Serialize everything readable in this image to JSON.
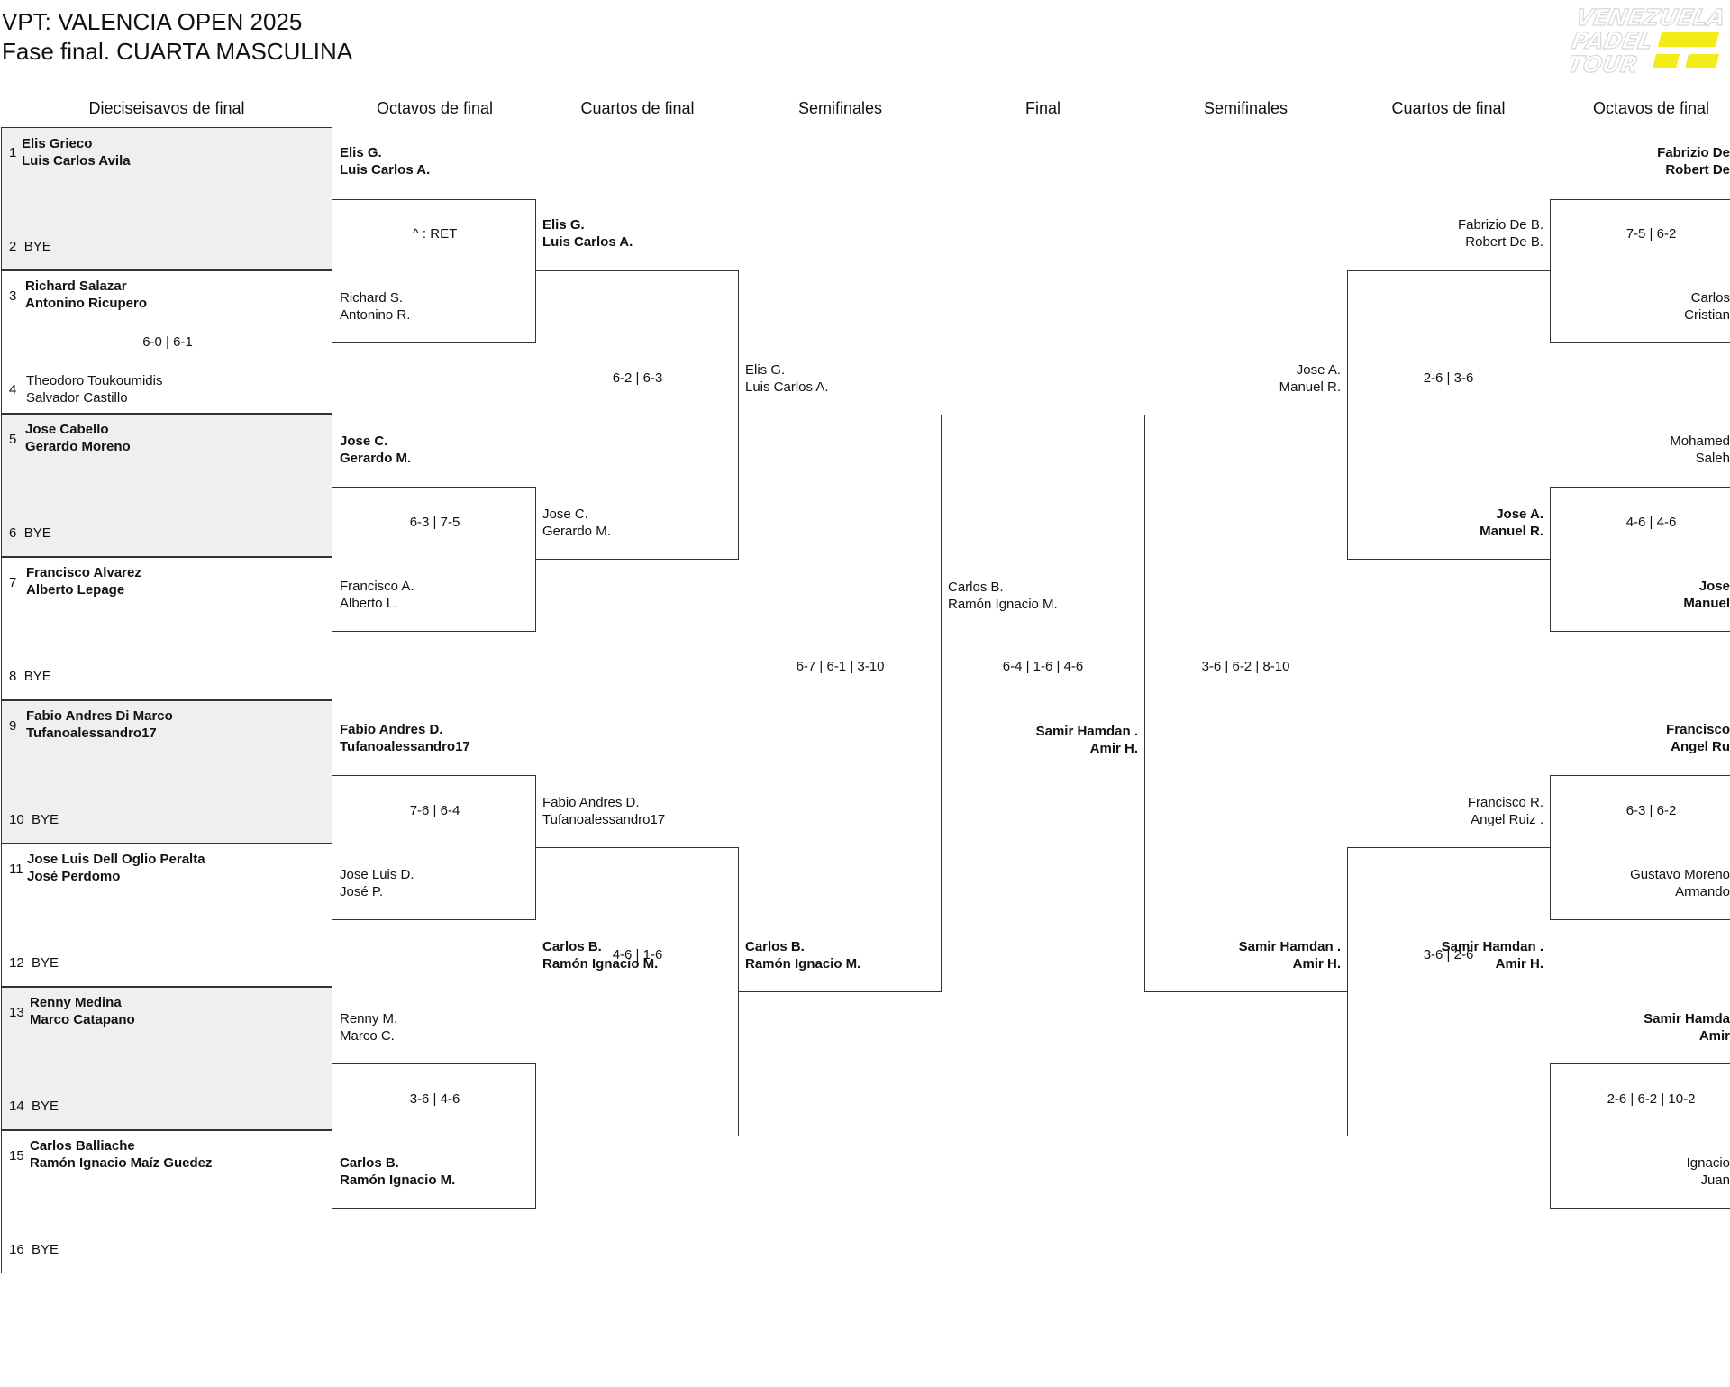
{
  "title": {
    "line1": "VPT: VALENCIA OPEN 2025",
    "line2": "Fase final. CUARTA MASCULINA"
  },
  "logo": {
    "line1": "VENEZUELA",
    "line2": "PADEL",
    "line3": "TOUR",
    "accent": "#f2ec19"
  },
  "headers": {
    "r32": "Dieciseisavos de final",
    "r16": "Octavos de final",
    "qf": "Cuartos de final",
    "sf": "Semifinales",
    "final": "Final",
    "sf_r": "Semifinales",
    "qf_r": "Cuartos de final",
    "r16_r": "Octavos de final"
  },
  "r32": [
    {
      "seed_a": "1",
      "a1": "Elis Grieco",
      "a2": "Luis Carlos Avila",
      "seed_b": "2",
      "b": "BYE",
      "score": ""
    },
    {
      "seed_a": "3",
      "a1": "Richard Salazar",
      "a2": "Antonino Ricupero",
      "seed_b": "4",
      "b1": "Theodoro Toukoumidis",
      "b2": "Salvador Castillo",
      "score": "6-0 | 6-1"
    },
    {
      "seed_a": "5",
      "a1": "Jose Cabello",
      "a2": "Gerardo Moreno",
      "seed_b": "6",
      "b": "BYE",
      "score": ""
    },
    {
      "seed_a": "7",
      "a1": "Francisco Alvarez",
      "a2": "Alberto Lepage",
      "seed_b": "8",
      "b": "BYE",
      "score": ""
    },
    {
      "seed_a": "9",
      "a1": "Fabio Andres Di Marco",
      "a2": "Tufanoalessandro17",
      "seed_b": "10",
      "b": "BYE",
      "score": ""
    },
    {
      "seed_a": "11",
      "a1": "Jose Luis Dell Oglio Peralta",
      "a2": "José Perdomo",
      "seed_b": "12",
      "b": "BYE",
      "score": ""
    },
    {
      "seed_a": "13",
      "a1": "Renny Medina",
      "a2": "Marco Catapano",
      "seed_b": "14",
      "b": "BYE",
      "score": ""
    },
    {
      "seed_a": "15",
      "a1": "Carlos Balliache",
      "a2": "Ramón Ignacio Maíz Guedez",
      "seed_b": "16",
      "b": "BYE",
      "score": ""
    }
  ],
  "r16": [
    {
      "a1": "Elis G.",
      "a2": "Luis Carlos A.",
      "b1": "Richard S.",
      "b2": "Antonino R.",
      "score": "^ : RET"
    },
    {
      "a1": "Jose C.",
      "a2": "Gerardo M.",
      "b1": "Francisco A.",
      "b2": "Alberto L.",
      "score": "6-3 | 7-5"
    },
    {
      "a1": "Fabio Andres D.",
      "a2": "Tufanoalessandro17",
      "b1": "Jose Luis D.",
      "b2": "José P.",
      "score": "7-6 | 6-4"
    },
    {
      "a1": "Renny M.",
      "a2": "Marco C.",
      "b1": "Carlos B.",
      "b2": "Ramón Ignacio M.",
      "score": "3-6 | 4-6"
    }
  ],
  "qf": [
    {
      "a1": "Elis G.",
      "a2": "Luis Carlos A.",
      "b1": "Jose C.",
      "b2": "Gerardo M.",
      "score": "6-2 | 6-3"
    },
    {
      "a1": "Fabio Andres D.",
      "a2": "Tufanoalessandro17",
      "b1": "Carlos B.",
      "b2": "Ramón Ignacio M.",
      "score": "4-6 | 1-6"
    }
  ],
  "sf": {
    "a1": "Elis G.",
    "a2": "Luis Carlos A.",
    "b1": "Carlos B.",
    "b2": "Ramón Ignacio M.",
    "score": "6-7 | 6-1 | 3-10"
  },
  "final": {
    "a1": "Carlos B.",
    "a2": "Ramón Ignacio M.",
    "b1": "Samir Hamdan .",
    "b2": "Amir H.",
    "score": "6-4 | 1-6 | 4-6"
  },
  "sf_r": {
    "a1": "Jose A.",
    "a2": "Manuel R.",
    "b1": "Samir Hamdan .",
    "b2": "Amir H.",
    "score": "3-6 | 6-2 | 8-10"
  },
  "qf_r": [
    {
      "a1": "Fabrizio De B.",
      "a2": "Robert De B.",
      "b1": "Jose A.",
      "b2": "Manuel R.",
      "score": "2-6 | 3-6"
    },
    {
      "a1": "Francisco R.",
      "a2": "Angel Ruiz .",
      "b1": "Samir Hamdan .",
      "b2": "Amir H.",
      "score": "3-6 | 2-6"
    }
  ],
  "r16_r": [
    {
      "a1": "Fabrizio De",
      "a2": "Robert De",
      "b1": "Carlos",
      "b2": "Cristian",
      "score": "7-5 | 6-2"
    },
    {
      "a1": "Mohamed",
      "a2": "Saleh",
      "b1": "Jose",
      "b2": "Manuel",
      "score": "4-6 | 4-6"
    },
    {
      "a1": "Francisco",
      "a2": "Angel Ru",
      "b1": "Gustavo Moreno",
      "b2": "Armando",
      "score": "6-3 | 6-2"
    },
    {
      "a1": "Samir Hamda",
      "a2": "Amir",
      "b1": "Ignacio",
      "b2": "Juan",
      "score": "2-6 | 6-2 | 10-2"
    }
  ]
}
